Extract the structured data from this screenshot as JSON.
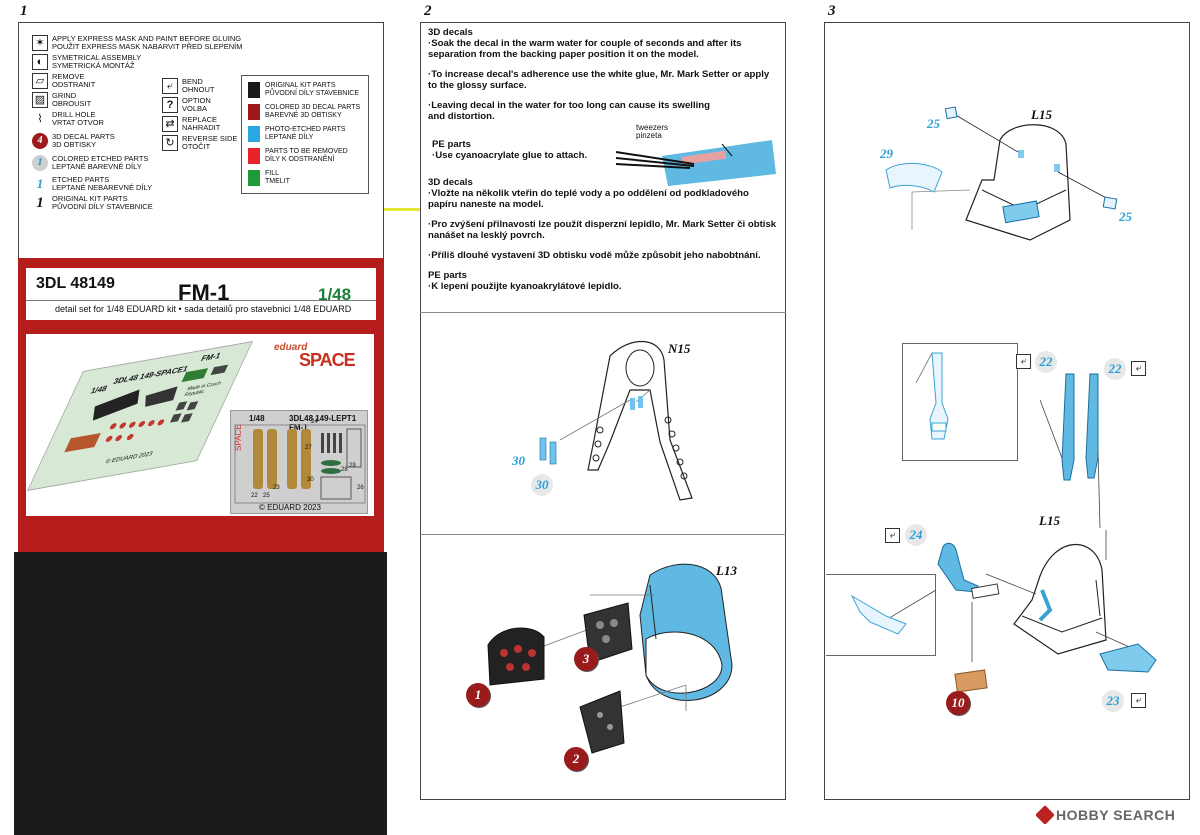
{
  "steps": [
    "1",
    "2",
    "3"
  ],
  "legend": {
    "left": [
      {
        "icon": "star-mask-icon",
        "glyph": "✶",
        "en": "APPLY EXPRESS MASK AND PAINT BEFORE GLUING",
        "cz": "POUŽIT EXPRESS MASK NABARVIT PŘED SLEPENÍM"
      },
      {
        "icon": "symmetrical-icon",
        "glyph": "◐",
        "en": "SYMETRICAL ASSEMBLY",
        "cz": "SYMETRICKÁ MONTÁŽ"
      },
      {
        "icon": "remove-icon",
        "glyph": "▱",
        "en": "REMOVE",
        "cz": "ODSTRANIT"
      },
      {
        "icon": "grind-icon",
        "glyph": "▨",
        "en": "GRIND",
        "cz": "OBROUSIT"
      },
      {
        "icon": "drill-icon",
        "glyph": "⌇",
        "en": "DRILL HOLE",
        "cz": "VRTAT OTVOR"
      },
      {
        "icon": "decal-3d-icon",
        "glyph": "4",
        "en": "3D DECAL PARTS",
        "cz": "3D OBTISKY"
      },
      {
        "icon": "colored-etched-icon",
        "glyph": "1",
        "en": "COLORED ETCHED PARTS",
        "cz": "LEPTANÉ BAREVNÉ DÍLY"
      },
      {
        "icon": "etched-icon",
        "glyph": "1",
        "en": "ETCHED PARTS",
        "cz": "LEPTANÉ NEBAREVNÉ DÍLY"
      },
      {
        "icon": "kit-part-icon",
        "glyph": "1",
        "en": "ORIGINAL KIT PARTS",
        "cz": "PŮVODNÍ DÍLY STAVEBNICE"
      }
    ],
    "middle": [
      {
        "icon": "bend-icon",
        "glyph": "⤶",
        "en": "BEND",
        "cz": "OHNOUT"
      },
      {
        "icon": "option-icon",
        "glyph": "?",
        "en": "OPTION",
        "cz": "VOLBA"
      },
      {
        "icon": "replace-icon",
        "glyph": "⇄",
        "en": "REPLACE",
        "cz": "NAHRADIT"
      },
      {
        "icon": "reverse-side-icon",
        "glyph": "↻",
        "en": "REVERSE SIDE",
        "cz": "OTOČIT"
      }
    ],
    "colors": [
      {
        "color": "#1a1a1a",
        "en": "ORIGINAL KIT PARTS",
        "cz": "PŮVODNÍ DÍLY STAVEBNICE"
      },
      {
        "color": "#9e1a1a",
        "en": "COLORED 3D DECAL PARTS",
        "cz": "BAREVNÉ 3D OBTISKY"
      },
      {
        "color": "#2aa6e0",
        "en": "PHOTO-ETCHED PARTS",
        "cz": "LEPTANÉ DÍLY"
      },
      {
        "color": "#e8232a",
        "en": "PARTS TO BE REMOVED",
        "cz": "DÍLY K ODSTRANĚNÍ"
      },
      {
        "color": "#1f9a3a",
        "en": "FILL",
        "cz": "TMELIT"
      }
    ]
  },
  "product": {
    "code": "3DL 48149",
    "name": "FM-1",
    "scale": "1/48",
    "subtitle": "detail set for 1/48 EDUARD   kit • sada detailů pro stavebnici 1/48 EDUARD",
    "brand_small": "eduard",
    "brand_big": "SPACE",
    "decal_sheet": {
      "scale": "1/48",
      "code": "3DL48 149-SPACE1",
      "name": "FM-1",
      "made_in": "Made in Czech Republic",
      "copyright": "© EDUARD 2023"
    },
    "pe_fret": {
      "scale": "1/48",
      "code": "3DL48 149-LEPT1 FM-1",
      "copyright": "© EDUARD 2023",
      "numbers": [
        "24",
        "27",
        "29",
        "28",
        "30",
        "26",
        "22",
        "23",
        "25"
      ]
    }
  },
  "instructions": {
    "en_heading": "3D decals",
    "en": [
      "·Soak the decal in the warm water for couple of seconds and after its separation from the backing paper position it on the model.",
      "·To increase decal's adherence use the white glue, Mr. Mark Setter or apply to the glossy surface.",
      "·Leaving decal in the water for too long can cause its swelling and distortion."
    ],
    "pe_heading": "PE parts",
    "pe": "·Use cyanoacrylate glue to attach.",
    "tweezers": [
      "tweezers",
      "pinzeta"
    ],
    "cz_heading": "3D decals",
    "cz": [
      "·Vložte na několik vteřin do teplé vody a po oddělení od podkladového papíru naneste na model.",
      "·Pro zvýšení přilnavosti lze použít disperzní lepidlo, Mr. Mark Setter či obtisk nanášet na lesklý povrch.",
      "·Příliš dlouhé vystavení 3D obtisku vodě může způsobit jeho nabobtnání."
    ],
    "cz_pe_heading": "PE parts",
    "cz_pe": "·K lepení použijte kyanoakrylátové lepidlo."
  },
  "step2": {
    "n15": {
      "label": "N15",
      "parts": [
        "30",
        "30"
      ]
    },
    "l13": {
      "label": "L13",
      "parts": [
        "1",
        "3",
        "2"
      ]
    }
  },
  "step3": {
    "top": {
      "label": "L15",
      "parts": [
        "25",
        "29",
        "25"
      ]
    },
    "belts": {
      "parts": [
        "22",
        "22"
      ]
    },
    "bottom": {
      "label": "L15",
      "parts": [
        "24",
        "10",
        "23"
      ]
    }
  },
  "watermark": "HOBBY SEARCH"
}
